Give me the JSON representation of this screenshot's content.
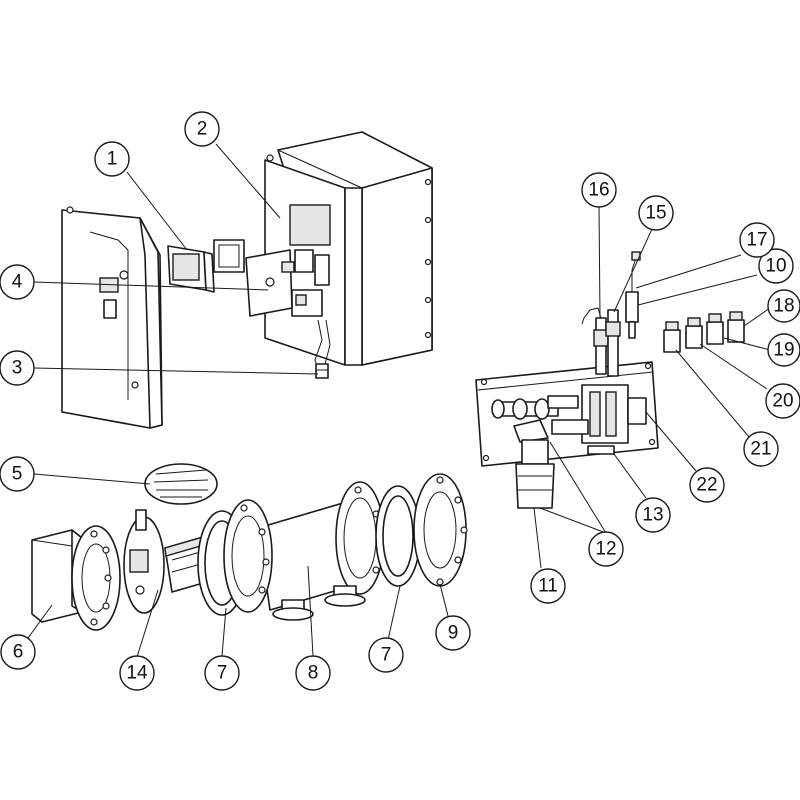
{
  "callouts": [
    {
      "id": "c1",
      "label": "1"
    },
    {
      "id": "c2",
      "label": "2"
    },
    {
      "id": "c3",
      "label": "3"
    },
    {
      "id": "c4",
      "label": "4"
    },
    {
      "id": "c5",
      "label": "5"
    },
    {
      "id": "c6",
      "label": "6"
    },
    {
      "id": "c7a",
      "label": "7"
    },
    {
      "id": "c7b",
      "label": "7"
    },
    {
      "id": "c8",
      "label": "8"
    },
    {
      "id": "c9",
      "label": "9"
    },
    {
      "id": "c10",
      "label": "10"
    },
    {
      "id": "c11",
      "label": "11"
    },
    {
      "id": "c12",
      "label": "12"
    },
    {
      "id": "c13",
      "label": "13"
    },
    {
      "id": "c14",
      "label": "14"
    },
    {
      "id": "c15",
      "label": "15"
    },
    {
      "id": "c16",
      "label": "16"
    },
    {
      "id": "c17",
      "label": "17"
    },
    {
      "id": "c18",
      "label": "18"
    },
    {
      "id": "c19",
      "label": "19"
    },
    {
      "id": "c20",
      "label": "20"
    },
    {
      "id": "c21",
      "label": "21"
    },
    {
      "id": "c22",
      "label": "22"
    }
  ]
}
